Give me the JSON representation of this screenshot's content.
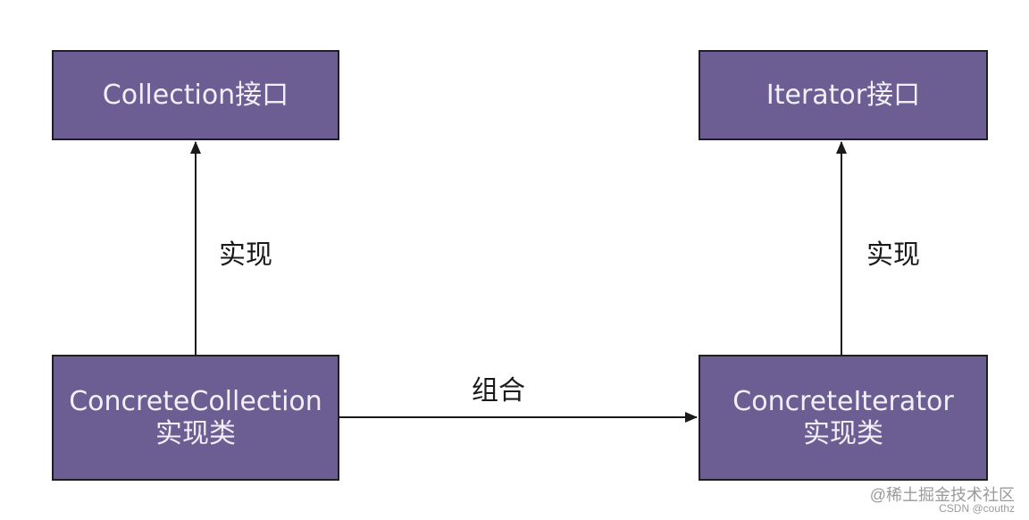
{
  "colors": {
    "node_fill": "#6c5e93",
    "node_border": "#1e1e24",
    "node_text": "#f1eff8",
    "edge": "#1a1a1a"
  },
  "nodes": {
    "collection_interface": {
      "lines": [
        "Collection接口"
      ]
    },
    "iterator_interface": {
      "lines": [
        "Iterator接口"
      ]
    },
    "concrete_collection": {
      "lines": [
        "ConcreteCollection",
        "实现类"
      ]
    },
    "concrete_iterator": {
      "lines": [
        "ConcreteIterator",
        "实现类"
      ]
    }
  },
  "edges": {
    "left_implements": {
      "from": "concrete_collection",
      "to": "collection_interface",
      "label": "实现"
    },
    "right_implements": {
      "from": "concrete_iterator",
      "to": "iterator_interface",
      "label": "实现"
    },
    "composition": {
      "from": "concrete_collection",
      "to": "concrete_iterator",
      "label": "组合"
    }
  },
  "watermark": {
    "main": "@稀土掘金技术社区",
    "sub": "CSDN @couthz"
  }
}
